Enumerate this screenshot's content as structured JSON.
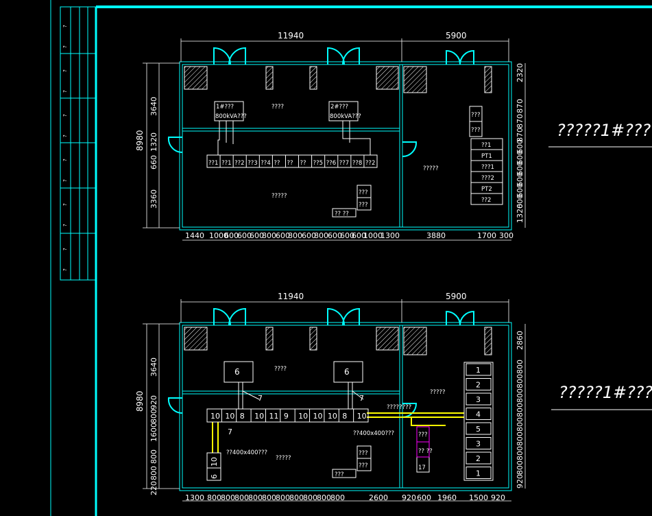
{
  "colors": {
    "background": "#000000",
    "frame": "#00ffff",
    "walls": "#00ffff",
    "lines": "#ffffff",
    "trunking": "#ffff00",
    "magenta": "#ff00ff"
  },
  "title_block": {
    "items": [
      "?",
      "?",
      "?",
      "?",
      "?",
      "?",
      "?",
      "?",
      "?",
      "?",
      "?",
      "?"
    ]
  },
  "plan1": {
    "title": "?????1#???",
    "dims_top": [
      "11940",
      "5900"
    ],
    "dims_left_total": "8980",
    "dims_left": [
      "3640",
      "1320",
      "660",
      "3360"
    ],
    "dims_right": [
      "2320",
      "870",
      "870",
      "870",
      "600",
      "600",
      "600",
      "600",
      "600",
      "600",
      "1320"
    ],
    "dims_bottom": [
      "1440",
      "1000",
      "600",
      "600",
      "600",
      "800",
      "600",
      "800",
      "600",
      "800",
      "600",
      "600",
      "600",
      "1000",
      "1300",
      "3880",
      "1700",
      "300"
    ],
    "room_labels": [
      "????",
      "?????",
      "?????"
    ],
    "transformers": [
      {
        "line1": "1#???",
        "line2": "800kVA???"
      },
      {
        "line1": "2#???",
        "line2": "800kVA???"
      }
    ],
    "panels": [
      "??1",
      "??1",
      "??2",
      "??3",
      "??4",
      "??",
      "??",
      "??",
      "??5",
      "??6",
      "??7",
      "??8",
      "??2"
    ],
    "right_panels": [
      "??1",
      "PT1",
      "???1",
      "???2",
      "PT2",
      "??2"
    ],
    "small_labels": [
      "???",
      "???",
      "???",
      "???",
      "?? ??"
    ]
  },
  "plan2": {
    "title": "?????1#???",
    "dims_top": [
      "11940",
      "5900"
    ],
    "dims_left_total": "8980",
    "dims_left": [
      "3640",
      "920",
      "800",
      "1600",
      "800",
      "800",
      "220"
    ],
    "dims_right": [
      "2860",
      "800",
      "800",
      "800",
      "800",
      "800",
      "800",
      "800",
      "800",
      "920"
    ],
    "dims_bottom": [
      "1300",
      "800",
      "800",
      "800",
      "800",
      "800",
      "800",
      "800",
      "800",
      "800",
      "800",
      "2600",
      "920",
      "600",
      "1960",
      "1500",
      "920"
    ],
    "room_labels": [
      "????",
      "?????",
      "?????"
    ],
    "transformer_nums": [
      "6",
      "6"
    ],
    "callouts": [
      "7",
      "7",
      "7"
    ],
    "panel_nums": [
      "10",
      "10",
      "8",
      "10",
      "11",
      "9",
      "10",
      "10",
      "10",
      "8",
      "10"
    ],
    "right_nums": [
      "1",
      "2",
      "3",
      "4",
      "5",
      "3",
      "2",
      "1"
    ],
    "trunk_labels": [
      "??400x400???",
      "??400x400???",
      "????????"
    ],
    "left_cabinet": [
      "10",
      "6"
    ],
    "small_labels": [
      "???",
      "???",
      "???",
      "???",
      "?? ??",
      "17"
    ]
  }
}
